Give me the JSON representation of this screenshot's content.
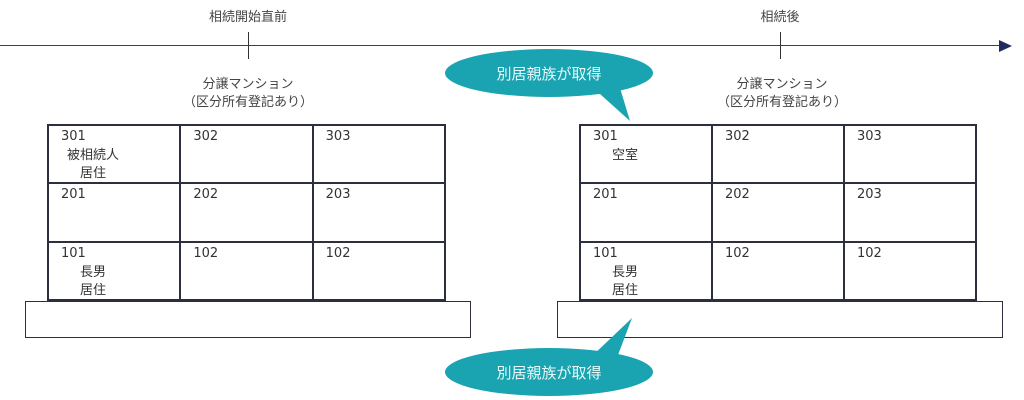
{
  "timeline": {
    "before_label": "相続開始直前",
    "after_label": "相続後"
  },
  "colors": {
    "bubble": "#1aa3b0",
    "line": "#2b2f3f",
    "arrow": "#1f2a5c"
  },
  "before": {
    "building_title_line1": "分譲マンション",
    "building_title_line2": "（区分所有登記あり）",
    "units": [
      {
        "num": "301",
        "note1": "被相続人",
        "note2": "居住"
      },
      {
        "num": "302",
        "note1": "",
        "note2": ""
      },
      {
        "num": "303",
        "note1": "",
        "note2": ""
      },
      {
        "num": "201",
        "note1": "",
        "note2": ""
      },
      {
        "num": "202",
        "note1": "",
        "note2": ""
      },
      {
        "num": "203",
        "note1": "",
        "note2": ""
      },
      {
        "num": "101",
        "note1": "長男",
        "note2": "居住"
      },
      {
        "num": "102",
        "note1": "",
        "note2": ""
      },
      {
        "num": "102",
        "note1": "",
        "note2": ""
      }
    ]
  },
  "after": {
    "building_title_line1": "分譲マンション",
    "building_title_line2": "（区分所有登記あり）",
    "units": [
      {
        "num": "301",
        "note1": "空室",
        "note2": ""
      },
      {
        "num": "302",
        "note1": "",
        "note2": ""
      },
      {
        "num": "303",
        "note1": "",
        "note2": ""
      },
      {
        "num": "201",
        "note1": "",
        "note2": ""
      },
      {
        "num": "202",
        "note1": "",
        "note2": ""
      },
      {
        "num": "203",
        "note1": "",
        "note2": ""
      },
      {
        "num": "101",
        "note1": "長男",
        "note2": "居住"
      },
      {
        "num": "102",
        "note1": "",
        "note2": ""
      },
      {
        "num": "102",
        "note1": "",
        "note2": ""
      }
    ]
  },
  "callouts": {
    "top": "別居親族が取得",
    "bottom": "別居親族が取得"
  }
}
